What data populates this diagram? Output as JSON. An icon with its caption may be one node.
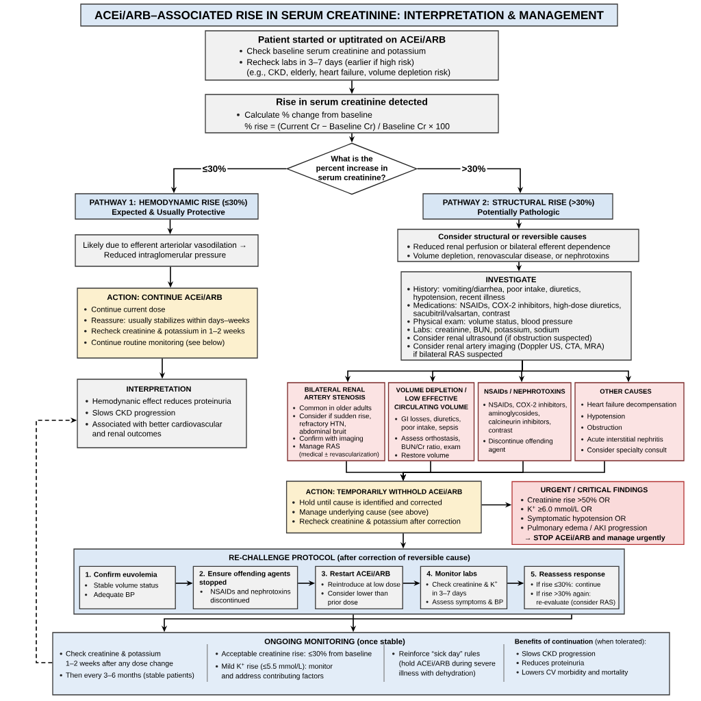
{
  "diagram": {
    "title": "ACEi/ARB–ASSOCIATED RISE IN SERUM CREATININE: INTERPRETATION & MANAGEMENT",
    "nodes": [
      {
        "text": [
          "Patient started or uptitrated on ACEi/ARB",
          "Check baseline serum creatinine and potassium",
          "Recheck labs in 3–7 days (earlier if high risk)",
          "(e.g., CKD, elderly, heart failure, volume depletion risk)"
        ]
      },
      {
        "text": [
          "Rise in serum creatinine detected",
          "Calculate % change from baseline",
          "% rise = (Current Cr − Baseline Cr) / Baseline Cr × 100"
        ]
      },
      {
        "text": [
          "What is the percent increase in serum creatinine?"
        ]
      },
      {
        "text": [
          "PATHWAY 1: HEMODYNAMIC RISE (≤30%)",
          "Expected & Usually Protective"
        ]
      },
      {
        "text": [
          "PATHWAY 2: STRUCTURAL RISE (>30%)",
          "Potentially Pathologic"
        ]
      },
      {
        "text": [
          "Likely due to efferent arteriolar vasodilation → Reduced intraglomerular pressure"
        ]
      },
      {
        "text": [
          "Consider structural or reversible causes",
          "Reduced renal perfusion or bilateral efferent dependence",
          "Volume depletion, renovascular disease, or nephrotoxins"
        ]
      },
      {
        "text": [
          "ACTION: CONTINUE ACEi/ARB",
          "Continue current dose",
          "Reassure: usually stabilizes within days–weeks",
          "Recheck creatinine & potassium in 1–2 weeks",
          "Continue routine monitoring (see below)"
        ]
      },
      {
        "text": [
          "INVESTIGATE",
          "History: vomiting/diarrhea, poor intake, diuretics, hypotension, recent illness",
          "Medications: NSAIDs, COX-2 inhibitors, high-dose diuretics, sacubitril/valsartan, contrast",
          "Physical exam: volume status, blood pressure",
          "Labs: creatinine, BUN, potassium, sodium",
          "Consider renal ultrasound (if obstruction suspected)",
          "Consider renal artery imaging (Doppler US, CTA, MRA) if bilateral RAS suspected"
        ]
      },
      {
        "text": [
          "INTERPRETATION",
          "Hemodynanic effect reduces proteinuria",
          "Slows CKD progression",
          "Associated with better cardiovascular and renal outcomes"
        ]
      },
      {
        "text": [
          "BILATERAL RENAL ARTERY STENOSIS",
          "Common in older adults",
          "Consider if sudden rise, refractory HTN, abdominal bruit",
          "Confirm with imaging",
          "Manage RAS",
          "(medical ± revascularization)"
        ]
      },
      {
        "text": [
          "VOLUME DEPLETION / LOW EFFECTIVE CIRCULATING VOLUME",
          "GI losses, diuretics, poor intake, sepsis",
          "Assess orthostasis, BUN/Cr ratio, exam",
          "Restore volume"
        ]
      },
      {
        "text": [
          "NSAIDs / NEPHROTOXINS",
          "NSAIDs, COX-2 inhibitors, aminoglycosides, calcineurin inhibitors, contrast",
          "Discontinue offending agent"
        ]
      },
      {
        "text": [
          "OTHER CAUSES",
          "Heart failure decompensation",
          "Hypotension",
          "Obstruction",
          "Acute interstitial nephritis",
          "Consider specialty consult"
        ]
      },
      {
        "text": [
          "ACTION: TEMPORARILY WITHHOLD ACEi/ARB",
          "Hold until cause is identified and corrected",
          "Manage underlying cause (see above)",
          "Recheck creatinine & potassium after correction"
        ]
      },
      {
        "text": [
          "URGENT / CRITICAL FINDINGS",
          "Creatinine rise >50% OR",
          "K$^{+}$ ≥6.0 mmol/L OR",
          "Symptomatic hypotension OR",
          "Pulmonary edema / AKI progression",
          "→ STOP ACEi/ARB and manage urgently"
        ]
      },
      {
        "text": [
          "RE-CHALLENGE PROTOCOL (after correction of reversible cause)"
        ]
      },
      {
        "text": [
          "1. Confirm euvolemia",
          "Stable volume status",
          "Adequate BP"
        ],
        "in": 16
      },
      {
        "text": [
          "2. Ensure offending agents stopped",
          "NSAIDs and nephrotoxins discontinued"
        ],
        "in": 16
      },
      {
        "text": [
          "3. Restart ACEi/ARB",
          "Reintroduce at low dose",
          "Consider lower than prior dose"
        ],
        "in": 16
      },
      {
        "text": [
          "4. Monitor labs",
          "Check creatinine & K$^{+}$ in 3–7 days",
          "Assess symptoms & BP"
        ],
        "in": 16
      },
      {
        "text": [
          "5. Reassess response",
          "If rise ≤30%: continue",
          "If rise >30% again: re-evaluate (consider RAS)"
        ],
        "in": 16
      },
      {
        "text": [
          "ONGOING MONITORING (once stable)",
          "Check creatinine & potassium 1–2 weeks after any dose change",
          "Then every 3–6 months (stable patients)",
          "Acceptable creatinine rise: ≤30% from baseline",
          "Mild K$^{+}$ rise (≤5.5 mmol/L): monitor and address contributing factors",
          "Reinforce “sick day” rules (hold ACEi/ARB during severe illness with dehydration)",
          "**Benefits of continuation** (when tolerated):",
          "Slows CKD progression",
          "Reduces proteinuria",
          "Lowers CV morbidity and mortality"
        ]
      }
    ],
    "edges": [
      {
        "from": 0,
        "to": 1,
        "arrow": "to"
      },
      {
        "from": 1,
        "to": 2,
        "arrow": "to"
      },
      {
        "from": 2,
        "to": 3,
        "arrow": "to",
        "label": "≤30%"
      },
      {
        "from": 2,
        "to": 4,
        "arrow": "to",
        "label": ">30%"
      },
      {
        "from": 3,
        "to": 5,
        "arrow": "to"
      },
      {
        "from": 5,
        "to": 7,
        "arrow": "to"
      },
      {
        "from": 7,
        "to": 9,
        "arrow": "to"
      },
      {
        "from": 4,
        "to": 6,
        "arrow": "to"
      },
      {
        "from": 6,
        "to": 8,
        "arrow": "to"
      },
      {
        "from": 8,
        "to": 10,
        "arrow": "to"
      },
      {
        "from": 8,
        "to": 11,
        "arrow": "to"
      },
      {
        "from": 8,
        "to": 12,
        "arrow": "to"
      },
      {
        "from": 8,
        "to": 13,
        "arrow": "to"
      },
      {
        "from": 10,
        "to": 14,
        "arrow": "to"
      },
      {
        "from": 11,
        "to": 14,
        "arrow": "to"
      },
      {
        "from": 12,
        "to": 14,
        "arrow": "to"
      },
      {
        "from": 13,
        "to": 14,
        "arrow": "to"
      },
      {
        "from": 14,
        "to": 15,
        "arrow": "to"
      },
      {
        "from": 14,
        "to": 16,
        "arrow": "to"
      },
      {
        "from": 17,
        "to": 18,
        "arrow": "to"
      },
      {
        "from": 18,
        "to": 19,
        "arrow": "to"
      },
      {
        "from": 19,
        "to": 20,
        "arrow": "to"
      },
      {
        "from": 20,
        "to": 21,
        "arrow": "to"
      },
      {
        "from": 16,
        "to": 22,
        "arrow": "to"
      },
      {
        "from": 22,
        "to": 9,
        "arrow": "to",
        "style": "dashed"
      }
    ]
  }
}
